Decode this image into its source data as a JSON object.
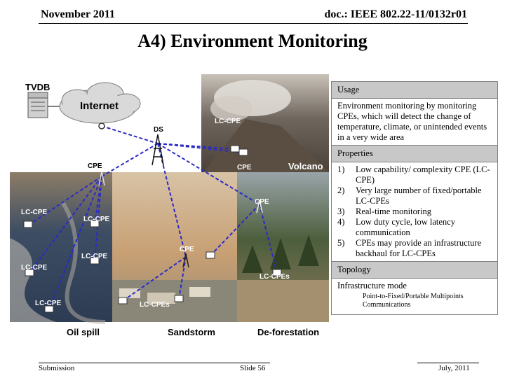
{
  "header": {
    "date": "November 2011",
    "doc_id": "doc.: IEEE 802.22-11/0132r01"
  },
  "title": "A4) Environment Monitoring",
  "diagram": {
    "tvdb_label": "TVDB",
    "internet_label": "Internet",
    "ds_label": "DS",
    "cpe_label": "CPE",
    "lc_cpe_label": "LC-CPE",
    "lc_cpes_label": "LC-CPEs",
    "captions": {
      "volcano": "Volcano",
      "oil_spill": "Oil spill",
      "sandstorm": "Sandstorm",
      "deforestation": "De-forestation"
    }
  },
  "info": {
    "usage_heading": "Usage",
    "usage_text": "Environment monitoring by monitoring CPEs, which will detect the change of temperature, climate, or unintended events in a very wide area",
    "properties_heading": "Properties",
    "properties": [
      {
        "num": "1)",
        "text": "Low capability/ complexity CPE (LC-CPE)"
      },
      {
        "num": "2)",
        "text": "Very large number of fixed/portable LC-CPEs"
      },
      {
        "num": "3)",
        "text": "Real-time monitoring"
      },
      {
        "num": "4)",
        "text": "Low duty cycle, low latency communication"
      },
      {
        "num": "5)",
        "text": "CPEs may provide an infrastructure backhaul for LC-CPEs"
      }
    ],
    "topology_heading": "Topology",
    "topology_text": "Infrastructure mode",
    "topology_sub": "Point-to-Fixed/Portable Multipoints Communications"
  },
  "footer": {
    "left": "Submission",
    "center": "Slide 56",
    "right": "July, 2011"
  },
  "colors": {
    "link_blue": "#2a2ac8",
    "table_header": "#c8c8c8",
    "table_border": "#808080"
  }
}
